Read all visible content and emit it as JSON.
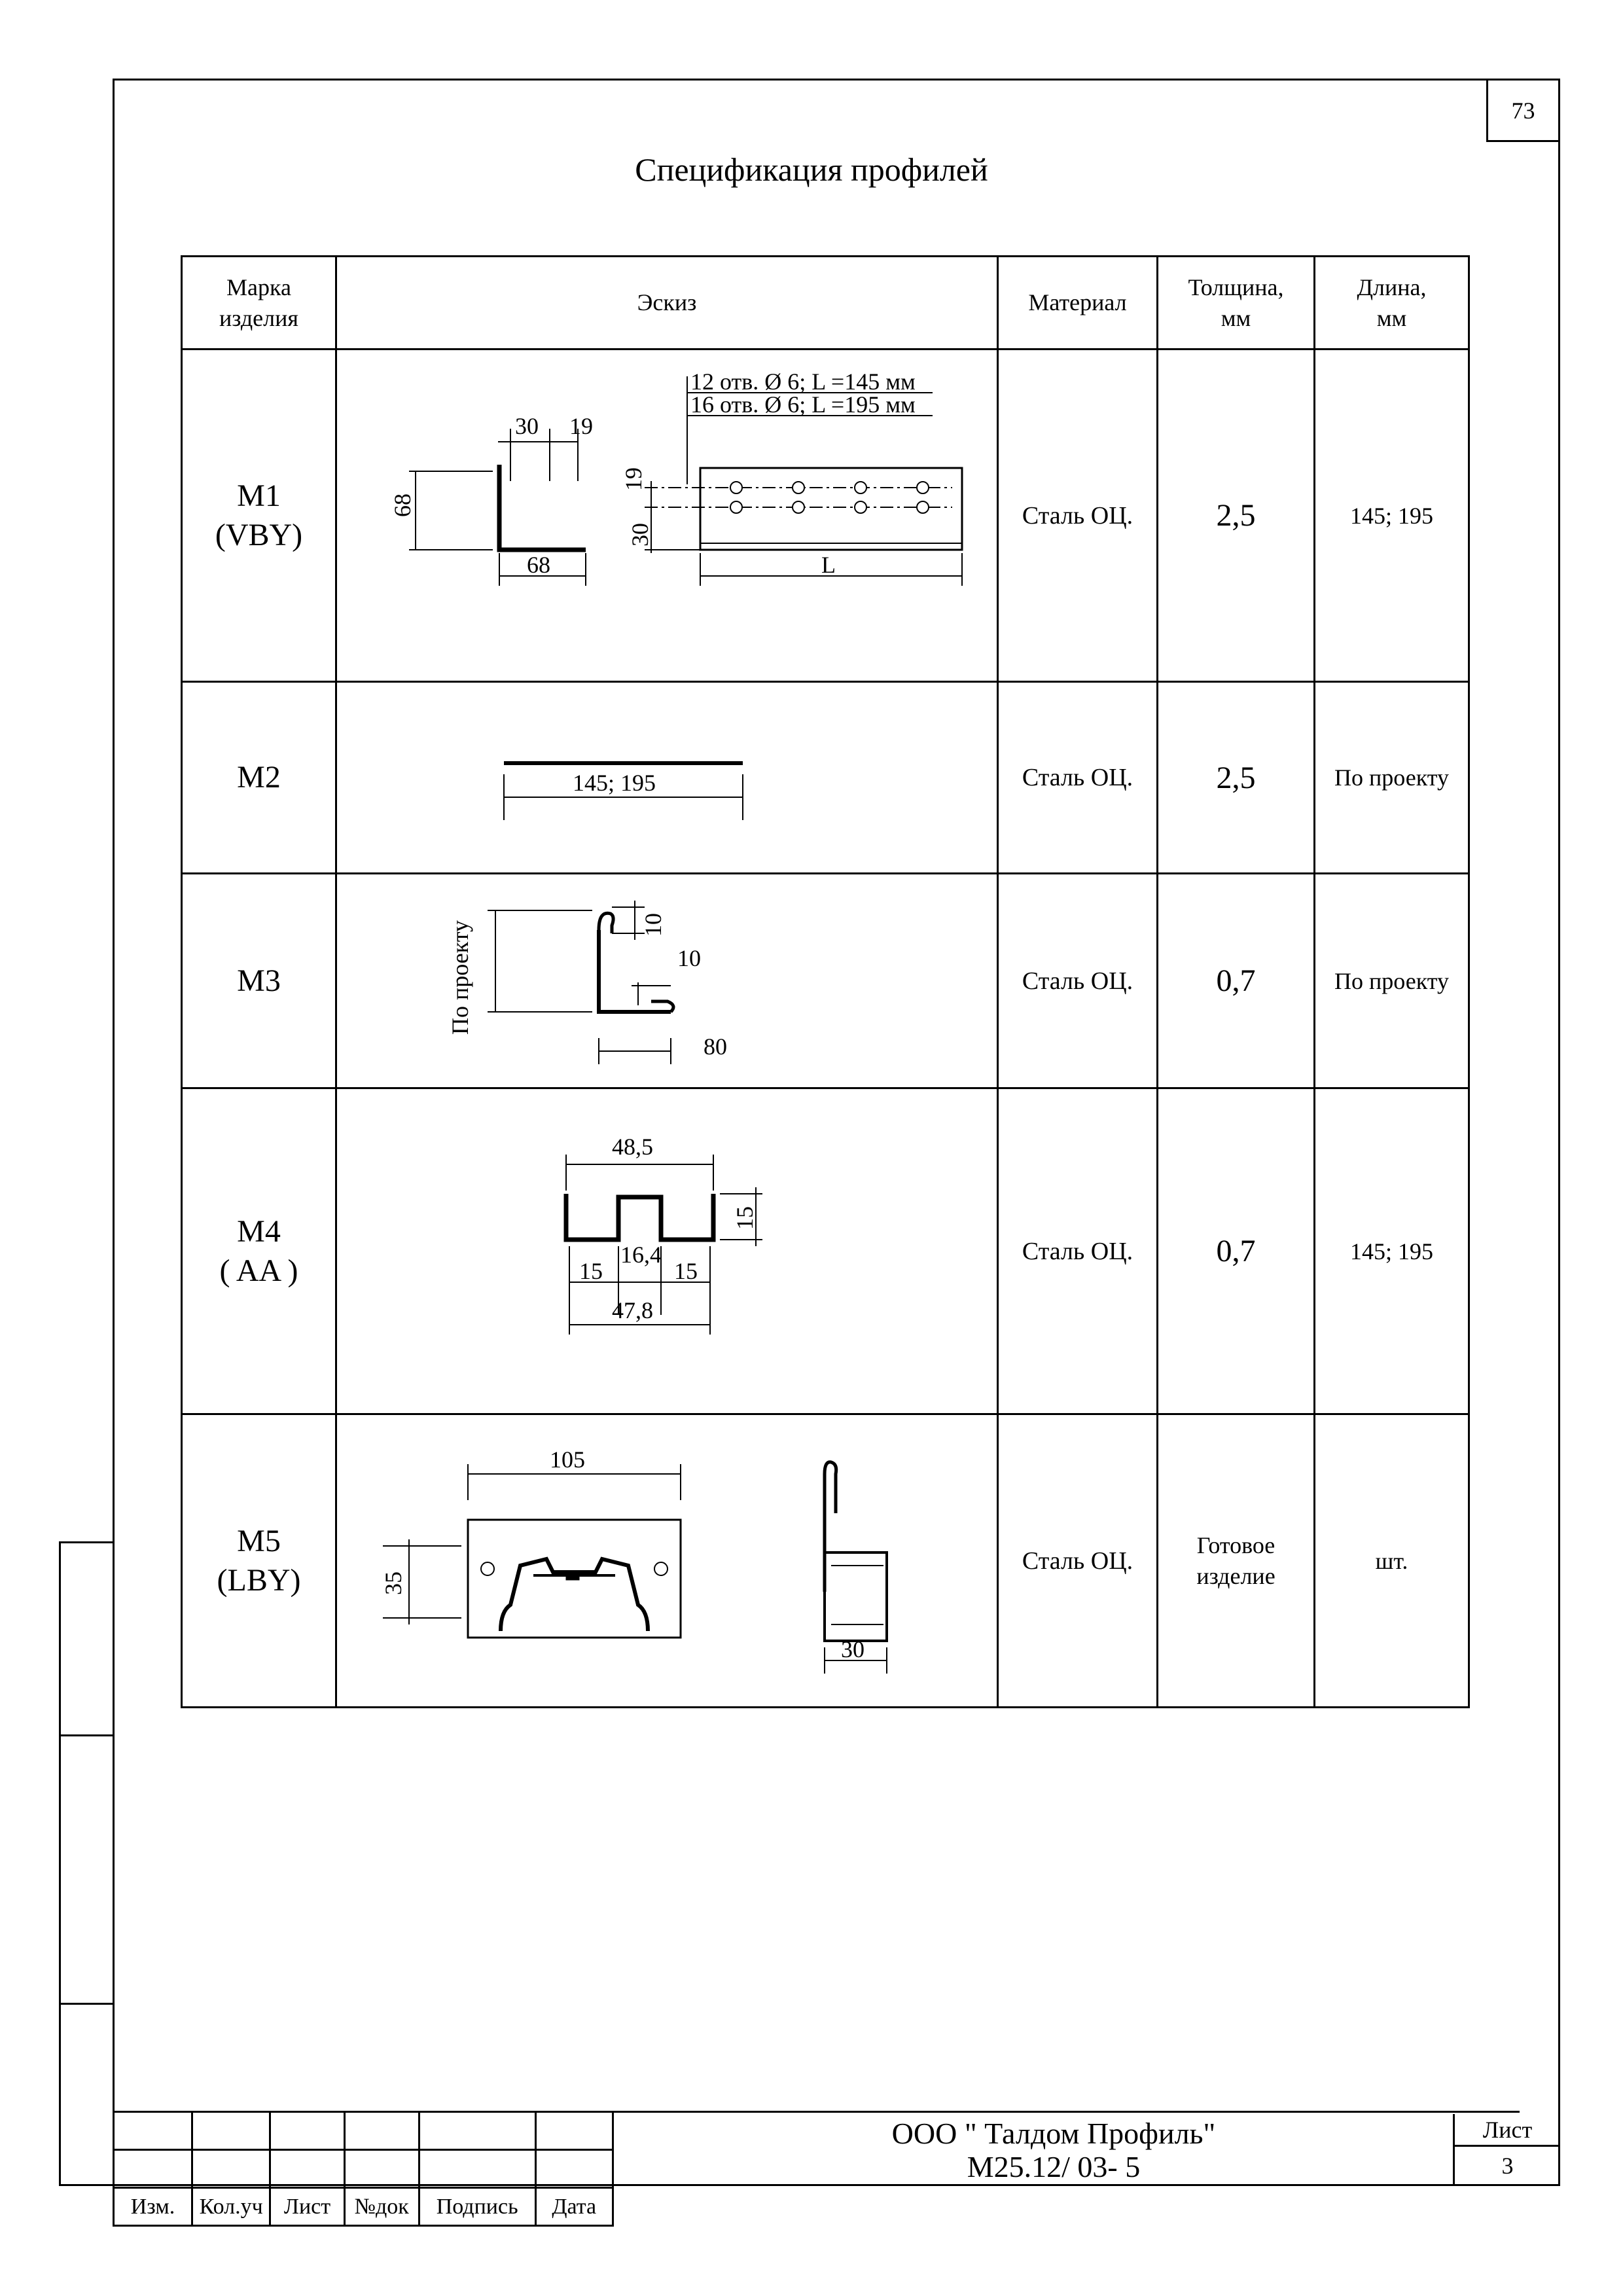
{
  "page_number": "73",
  "title": "Спецификация профилей",
  "headers": {
    "mark": "Марка изделия",
    "sketch": "Эскиз",
    "material": "Материал",
    "thickness": "Толщина, мм",
    "length": "Длина, мм"
  },
  "rows": [
    {
      "mark": "М1",
      "mark2": "(VBY)",
      "material": "Сталь ОЦ.",
      "thickness": "2,5",
      "length": "145; 195"
    },
    {
      "mark": "М2",
      "mark2": "",
      "material": "Сталь ОЦ.",
      "thickness": "2,5",
      "length": "По проекту"
    },
    {
      "mark": "М3",
      "mark2": "",
      "material": "Сталь ОЦ.",
      "thickness": "0,7",
      "length": "По проекту"
    },
    {
      "mark": "М4",
      "mark2": "( AA )",
      "material": "Сталь ОЦ.",
      "thickness": "0,7",
      "length": "145; 195"
    },
    {
      "mark": "М5",
      "mark2": "(LBY)",
      "material": "Сталь ОЦ.",
      "thickness": "Готовое изделие",
      "length": "шт."
    }
  ],
  "sketch_labels": {
    "m1": {
      "d30": "30",
      "d19": "19",
      "d68v": "68",
      "d68h": "68",
      "holes1": "12 отв. Ø 6; L =145 мм",
      "holes2": "16 отв. Ø 6; L =195 мм",
      "d19v": "19",
      "d30v": "30",
      "L": "L"
    },
    "m2": {
      "len": "145; 195"
    },
    "m3": {
      "side": "По проекту",
      "d10a": "10",
      "d10b": "10",
      "d80": "80"
    },
    "m4": {
      "top": "48,5",
      "h": "15",
      "a": "15",
      "b": "16,4",
      "c": "15",
      "bottom": "47,8"
    },
    "m5": {
      "w": "105",
      "h": "35",
      "s": "30"
    }
  },
  "stamp": {
    "cols": [
      "Изм.",
      "Кол.уч",
      "Лист",
      "№док",
      "Подпись",
      "Дата"
    ],
    "company": "ООО \" Талдом  Профиль\"",
    "doc": "М25.12/ 03- 5",
    "sheet_label": "Лист",
    "sheet_num": "3"
  }
}
